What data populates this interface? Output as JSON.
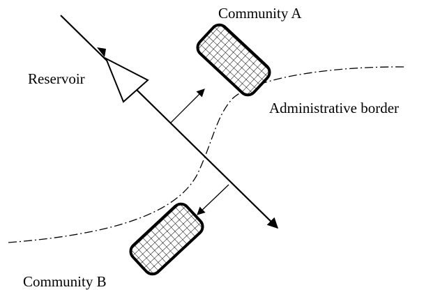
{
  "labels": {
    "community_a": "Community A",
    "reservoir": "Reservoir",
    "administrative_border": "Administrative border",
    "community_b": "Community B"
  },
  "colors": {
    "line": "#000000",
    "background": "#ffffff"
  },
  "icons": {
    "reservoir": "triangle-icon",
    "community": "hatched-block-icon",
    "flow": "arrow-icon"
  }
}
